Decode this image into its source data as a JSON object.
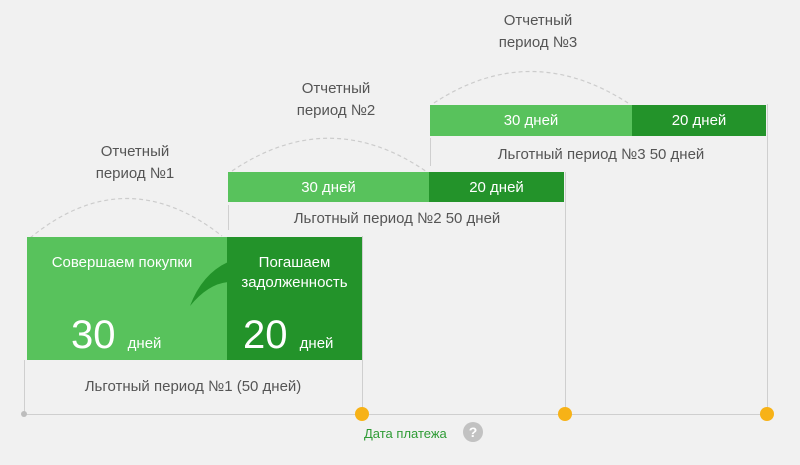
{
  "periods": [
    {
      "title_line1": "Отчетный",
      "title_line2": "период №1"
    },
    {
      "title_line1": "Отчетный",
      "title_line2": "период №2"
    },
    {
      "title_line1": "Отчетный",
      "title_line2": "период №3"
    }
  ],
  "period1": {
    "buy_caption": "Совершаем покупки",
    "buy_days": "30",
    "repay_caption": "Погашаем задолженность",
    "repay_days": "20",
    "unit": "дней",
    "grace": "Льготный период №1 (50 дней)"
  },
  "period2": {
    "buy": "30 дней",
    "repay": "20 дней",
    "grace": "Льготный период №2 50 дней"
  },
  "period3": {
    "buy": "30 дней",
    "repay": "20 дней",
    "grace": "Льготный период №3 50 дней"
  },
  "timeline": {
    "payment_label": "Дата платежа",
    "help_symbol": "?"
  },
  "colors": {
    "light_green": "#58c25c",
    "dark_green": "#23932a",
    "payment_dot": "#f7b217"
  }
}
